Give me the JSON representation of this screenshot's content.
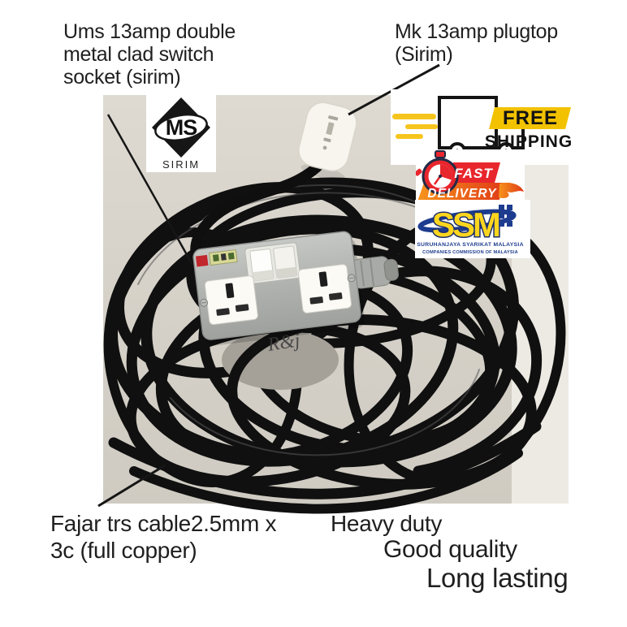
{
  "annotations": {
    "socket_label": {
      "line1": "Ums 13amp double",
      "line2": "metal clad switch",
      "line3": "socket (sirim)"
    },
    "plug_label": {
      "line1": "Mk 13amp plugtop",
      "line2": "(Sirim)"
    },
    "cable_label": {
      "line1": "Fajar trs cable2.5mm x",
      "line2": "3c (full copper)"
    },
    "quality_claims": {
      "line1": "Heavy duty",
      "line2": "Good quality",
      "line3": "Long lasting"
    }
  },
  "logos": {
    "sirim": {
      "monogram": "MS",
      "caption": "SIRIM"
    },
    "ssm": {
      "acronym": "SSM",
      "name": "SURUHANJAYA SYARIKAT MALAYSIA",
      "subtitle": "COMPANIES COMMISSION OF MALAYSIA"
    }
  },
  "badges": {
    "free_shipping": {
      "word1": "FREE",
      "word2": "SHIPPING"
    },
    "fast_delivery": {
      "word1": "FAST",
      "word2": "DELIVERY"
    }
  },
  "product": {
    "brand_watermark": "R&j"
  },
  "colors": {
    "photo_background": "#d6d2c9",
    "accent_yellow": "#f2c200",
    "badge_red": "#e8262d",
    "badge_orange": "#f7941d",
    "ssm_navy": "#1d3c8f",
    "ssm_yellow": "#ffd61e",
    "cable_black": "#101010",
    "socket_gray": "#b4b6b3"
  }
}
